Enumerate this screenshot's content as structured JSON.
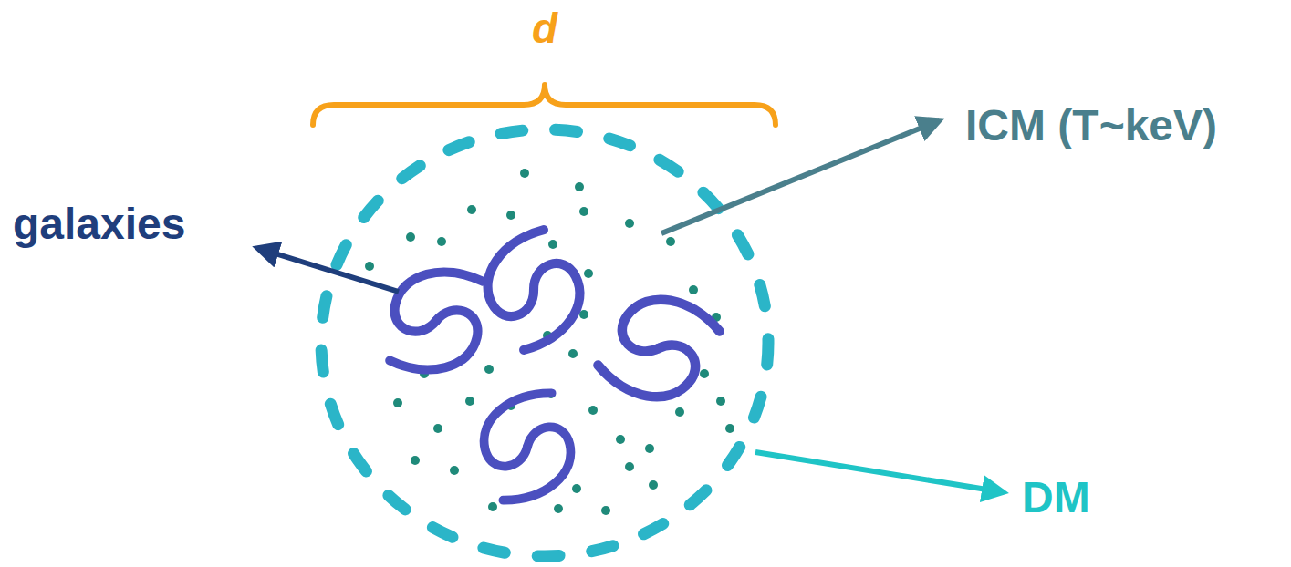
{
  "diagram": {
    "labels": [
      "d",
      "ICM (T~keV)",
      "galaxies",
      "DM"
    ]
  }
}
